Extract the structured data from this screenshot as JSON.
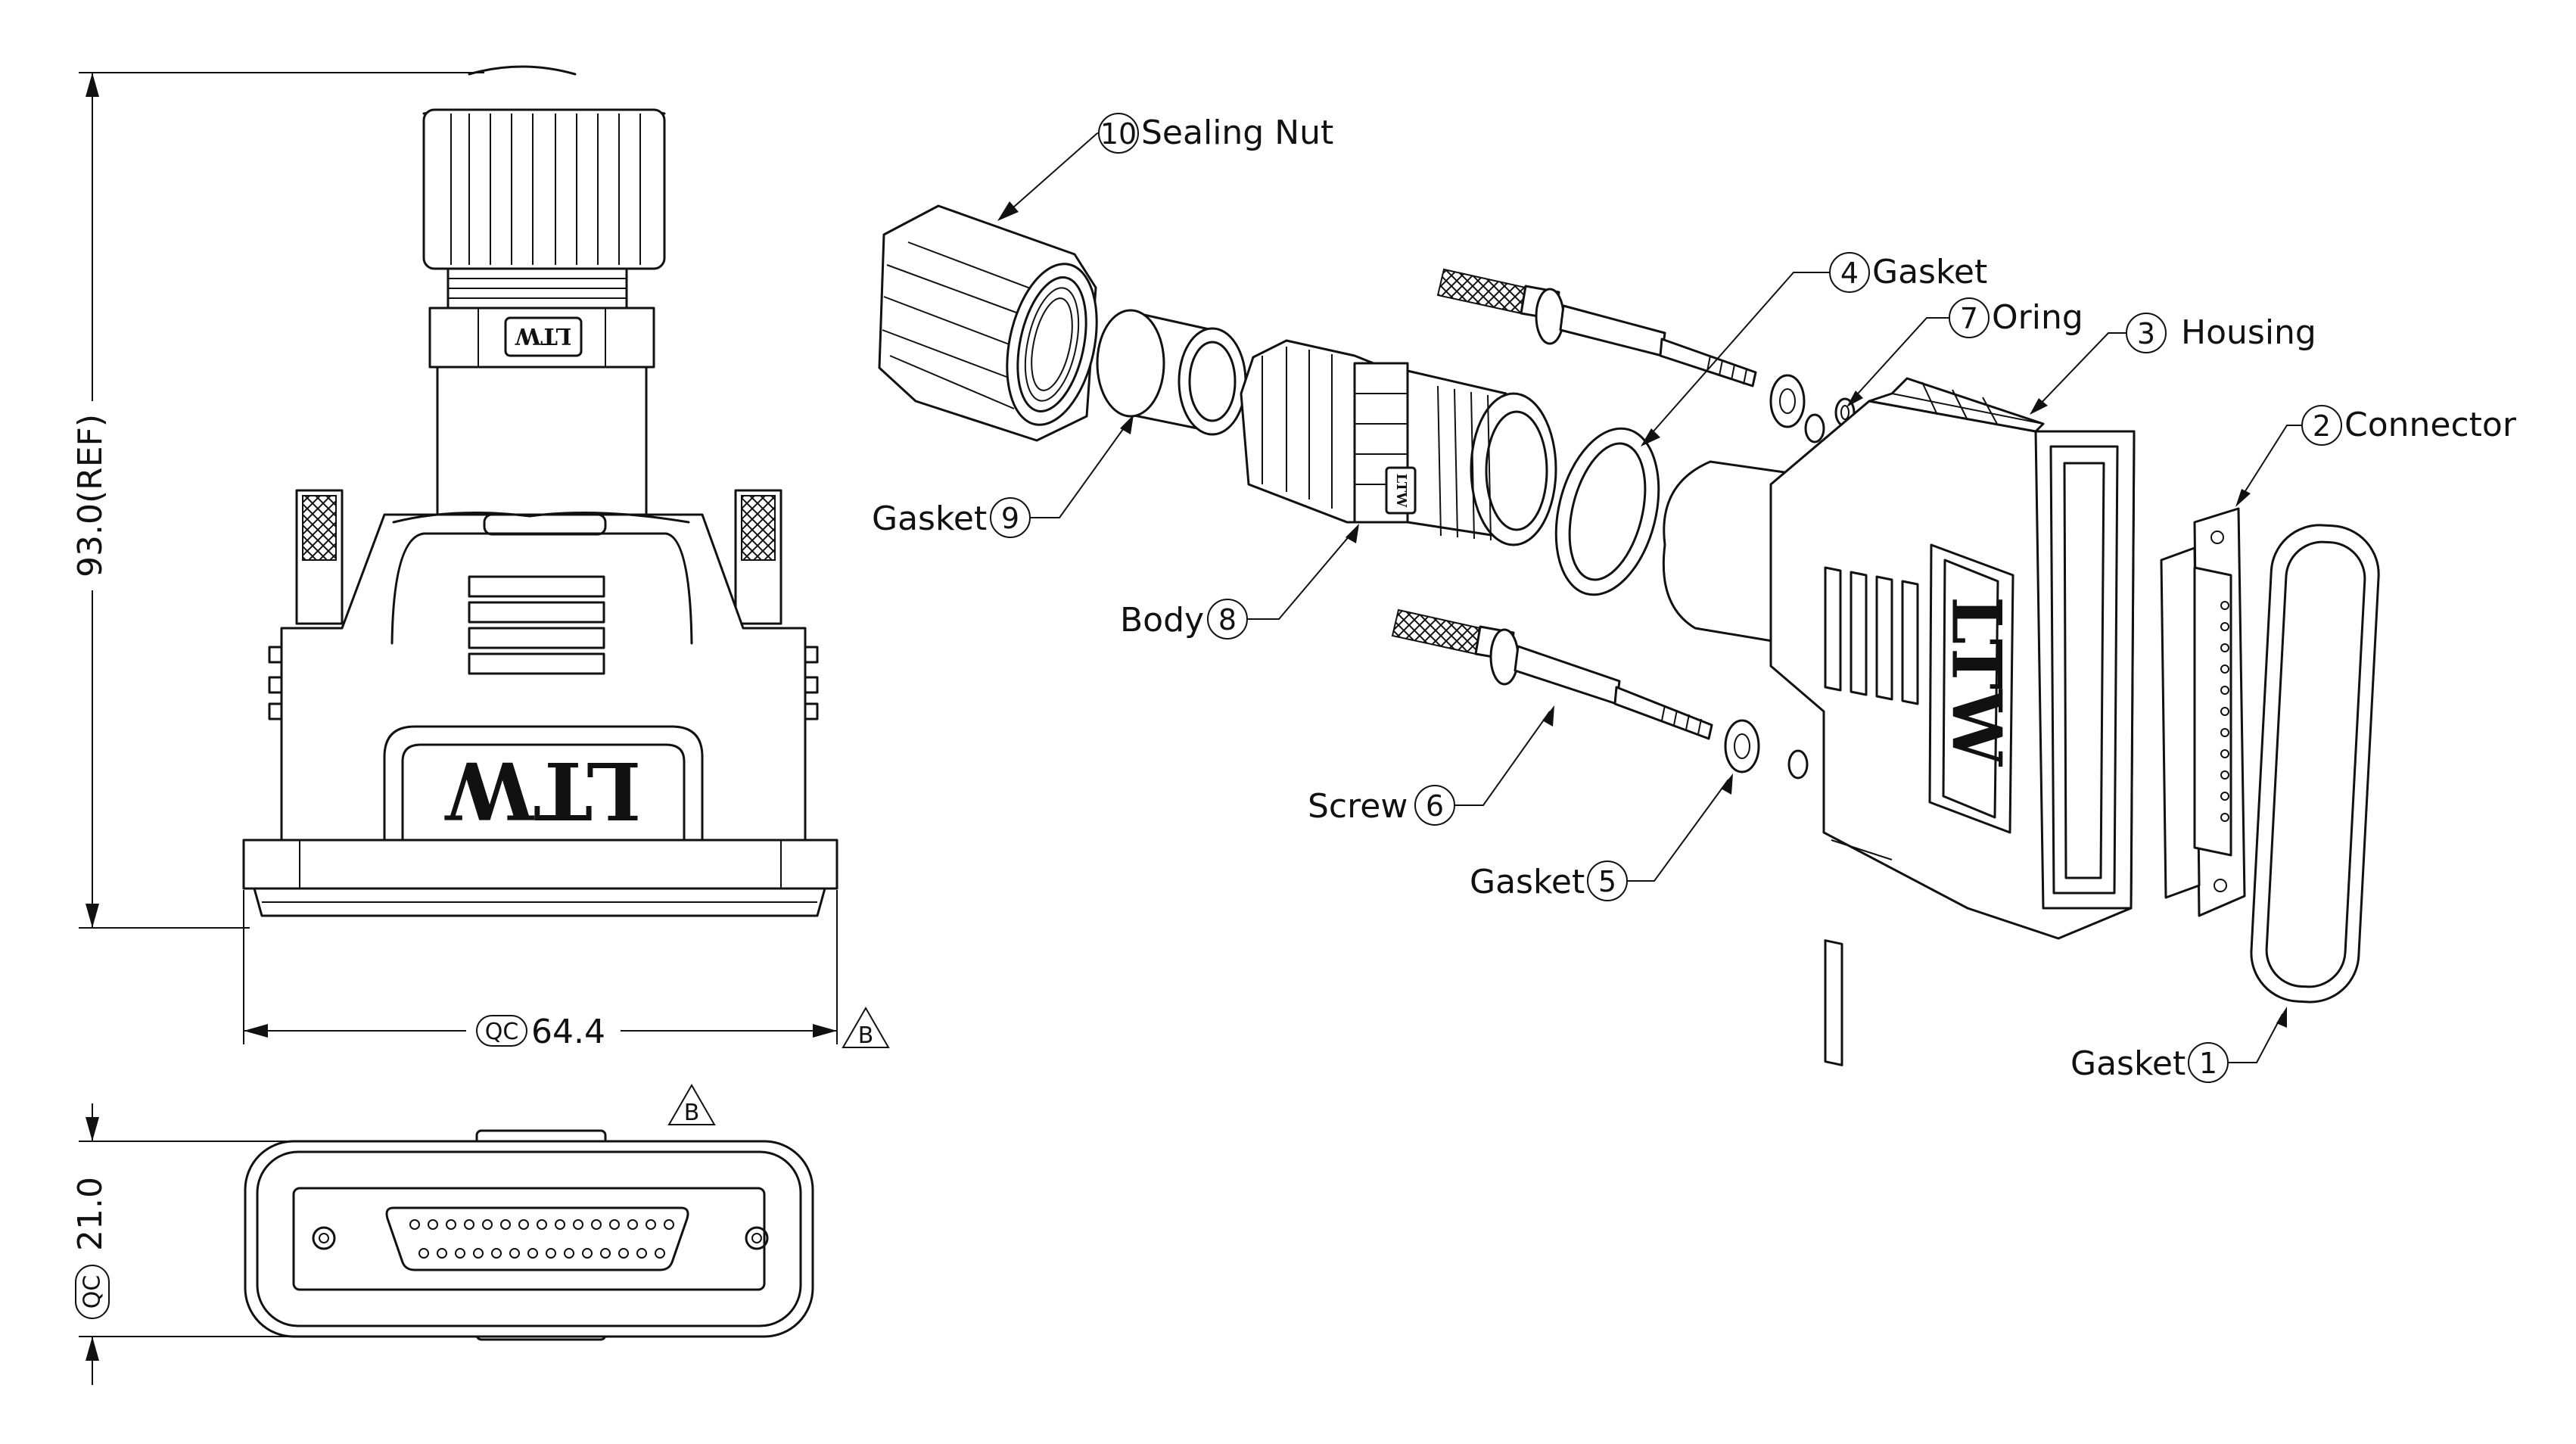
{
  "brand": "LTW",
  "dimensions": {
    "height_ref": "93.0(REF)",
    "width_prefix": "QC",
    "width_value": "64.4",
    "depth_prefix": "QC",
    "depth_value": "21.0",
    "revision_mark": "B"
  },
  "parts": [
    {
      "no": "1",
      "name": "Gasket"
    },
    {
      "no": "2",
      "name": "Connector"
    },
    {
      "no": "3",
      "name": "Housing"
    },
    {
      "no": "4",
      "name": "Gasket"
    },
    {
      "no": "5",
      "name": "Gasket"
    },
    {
      "no": "6",
      "name": "Screw"
    },
    {
      "no": "7",
      "name": "Oring"
    },
    {
      "no": "8",
      "name": "Body"
    },
    {
      "no": "9",
      "name": "Gasket"
    },
    {
      "no": "10",
      "name": "Sealing  Nut"
    }
  ]
}
